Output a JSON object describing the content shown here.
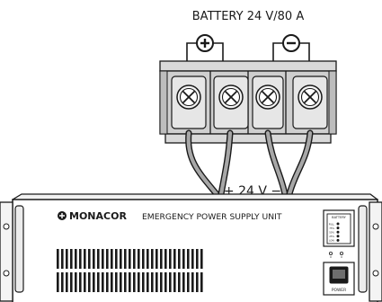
{
  "battery_label": "BATTERY 24 V/80 A",
  "voltage_label": "+ 24 V −",
  "brand_name": "MONACOR",
  "unit_title": "EMERGENCY POWER SUPPLY UNIT",
  "battery_panel_label": "BATTERY",
  "power_panel_label": "POWER",
  "battery_levels": [
    "FULL",
    "75%",
    "50%",
    "25%",
    "LOW"
  ],
  "icons": {
    "positive": "plus-terminal-icon",
    "negative": "minus-terminal-icon",
    "screw": "screw-terminal-icon",
    "logo": "monacor-logo-icon"
  },
  "colors": {
    "line": "#1a1a1a",
    "terminal_block": "#cfcfcf",
    "cable": "#9a9a9a",
    "unit_front": "#ffffff"
  }
}
